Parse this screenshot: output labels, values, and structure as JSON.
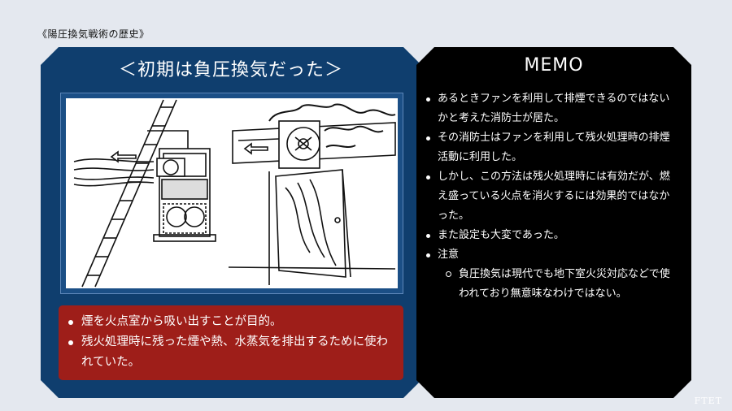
{
  "breadcrumb": "《陽圧換気戦術の歴史》",
  "left": {
    "title": "＜初期は負圧換気だった＞",
    "bullets": [
      "煙を火点室から吸い出すことが目的。",
      "残火処理時に残った煙や熱、水蒸気を排出するために使われていた。"
    ]
  },
  "memo": {
    "title": "MEMO",
    "items": [
      "あるときファンを利用して排煙できるのではないかと考えた消防士が居た。",
      "その消防士はファンを利用して残火処理時の排煙活動に利用した。",
      "しかし、この方法は残火処理時には有効だが、燃え盛っている火点を消火するには効果的ではなかった。",
      "また設定も大変であった。",
      "注意"
    ],
    "sub_items": [
      "負圧換気は現代でも地下室火災対応などで使われており無意味なわけではない。"
    ]
  },
  "logo_text": "FTET",
  "colors": {
    "background": "#e4e8ef",
    "left_panel": "#0f3e6e",
    "red_box": "#9e1e19",
    "memo_panel": "#000000"
  },
  "illustration": "ladder-window-fan and door-fan-smoke line drawing"
}
